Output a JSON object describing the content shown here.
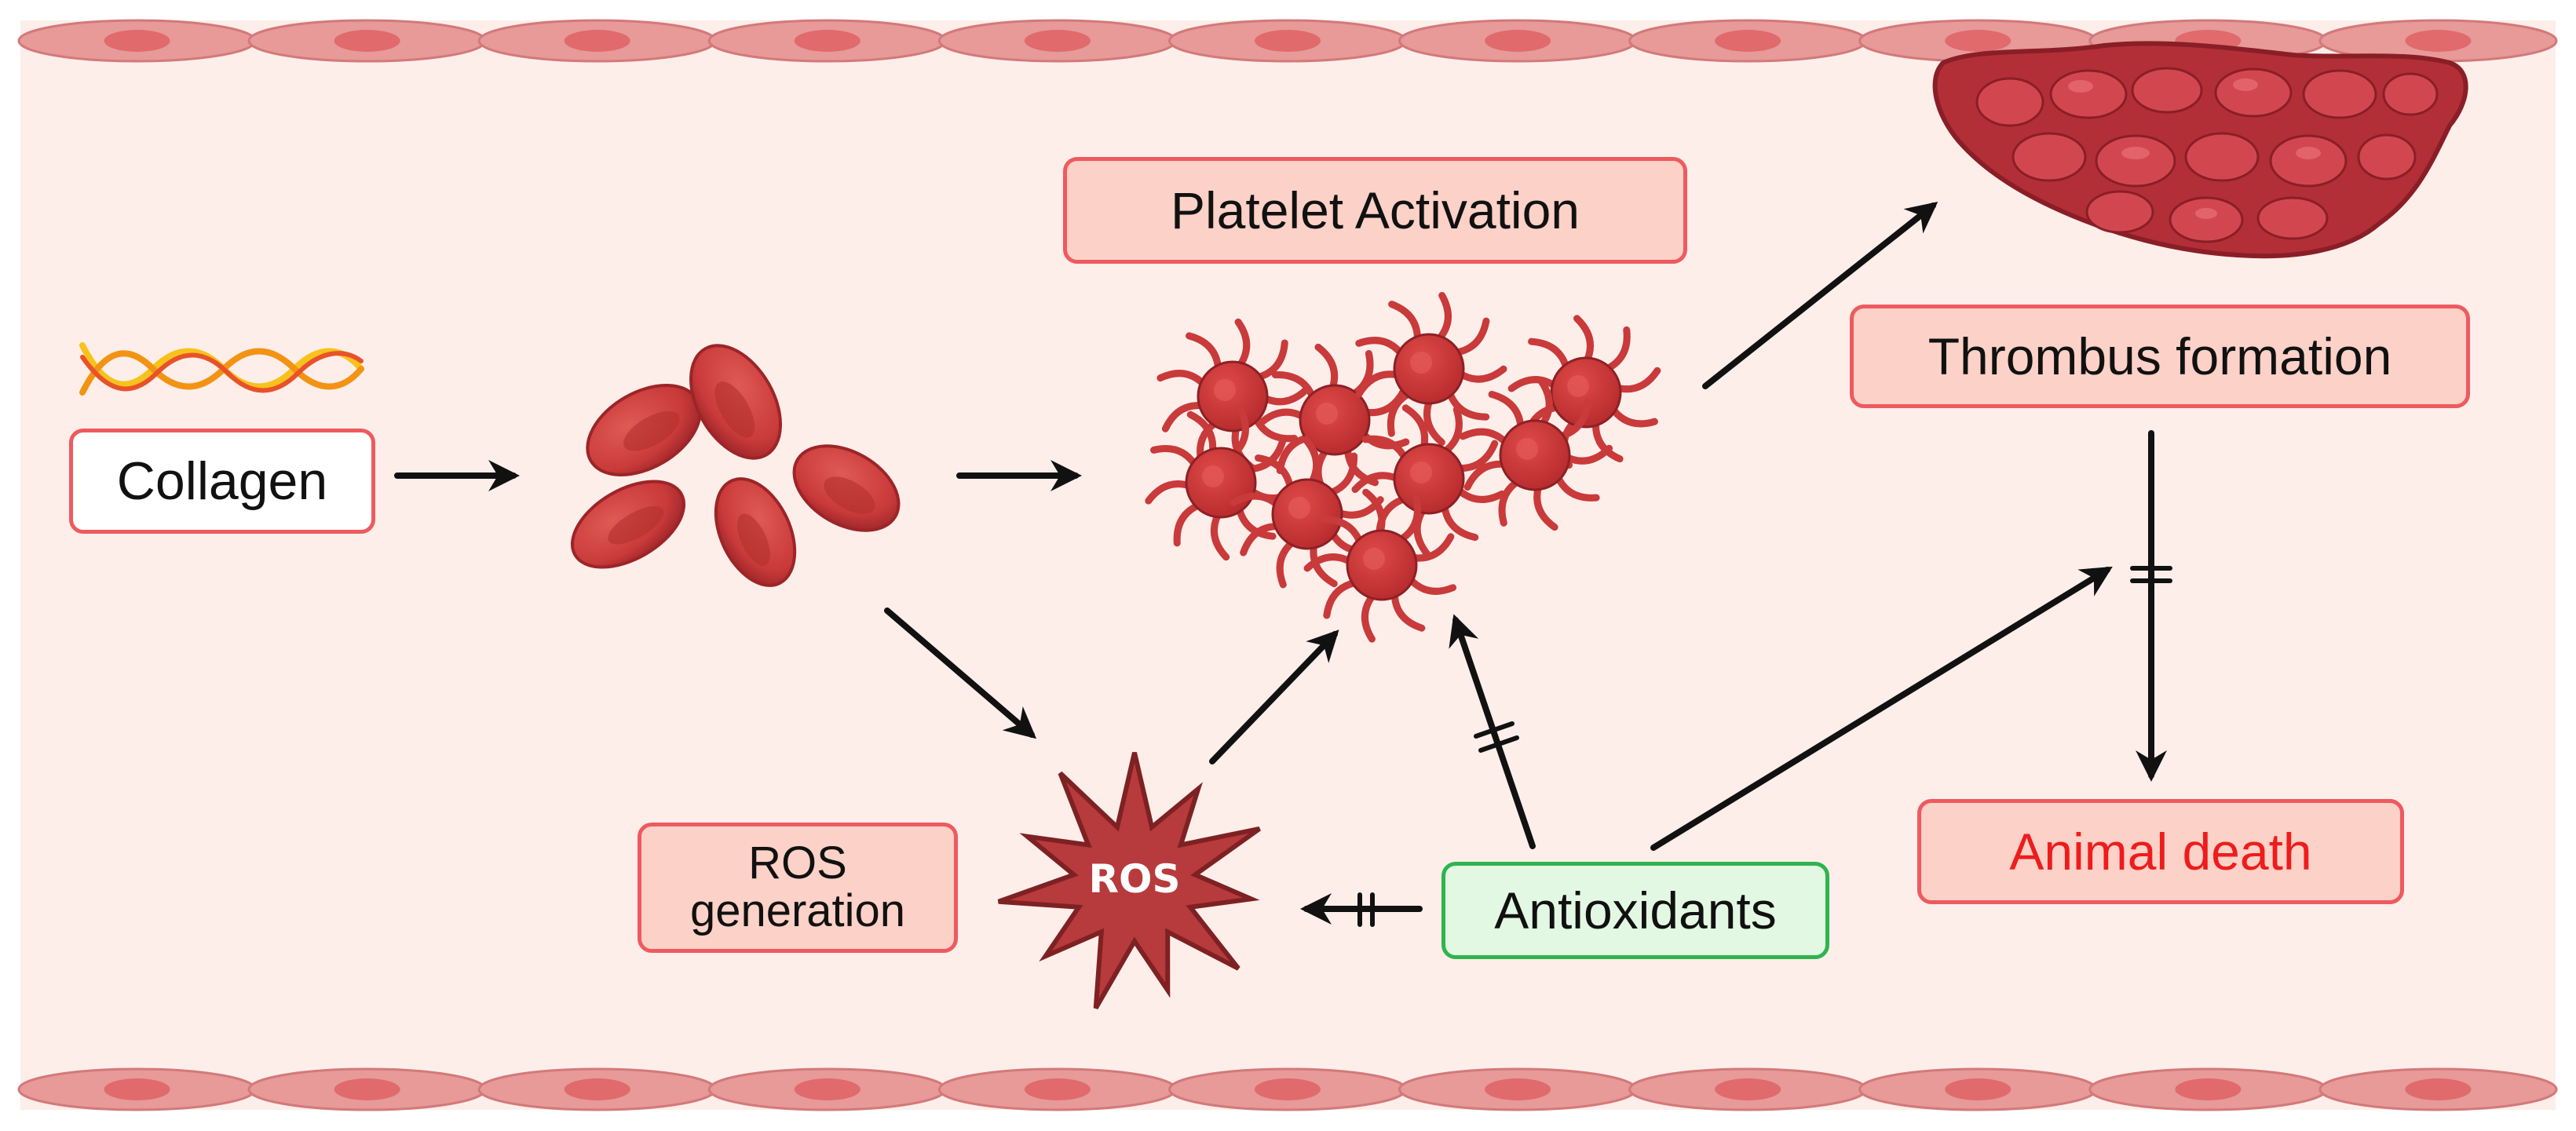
{
  "labels": {
    "collagen": "Collagen",
    "platelet_activation": "Platelet Activation",
    "thrombus_formation": "Thrombus formation",
    "animal_death": "Animal death",
    "ros_generation_line1": "ROS",
    "ros_generation_line2": "generation",
    "ros_icon": "ROS",
    "antioxidants": "Antioxidants"
  },
  "colors": {
    "background": "#fdeeea",
    "vessel_wall": "#e79a98",
    "label_fill": "#fcd1c7",
    "label_border": "#ee5a5f",
    "antioxidant_fill": "#e3f8e3",
    "antioxidant_border": "#2fb44e",
    "death_text": "#ee1c1c",
    "cell_red": "#c93a3a",
    "ros_star": "#b73a3c"
  }
}
